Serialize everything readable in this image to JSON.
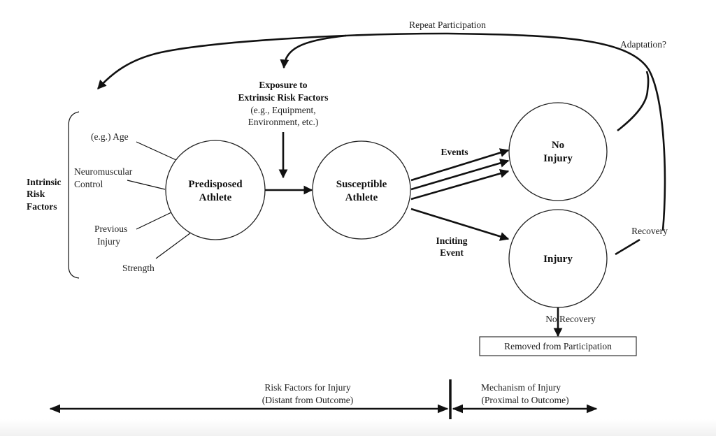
{
  "diagram": {
    "loop_labels": {
      "repeat_participation": "Repeat Participation",
      "adaptation": "Adaptation?",
      "recovery": "Recovery",
      "no_recovery": "No Recovery"
    },
    "extrinsic": {
      "title_line1": "Exposure to",
      "title_line2": "Extrinsic Risk Factors",
      "example_line1": "(e.g., Equipment,",
      "example_line2": "Environment, etc.)"
    },
    "intrinsic": {
      "label_line1": "Intrinsic",
      "label_line2": "Risk",
      "label_line3": "Factors",
      "factors": [
        {
          "line1": "(e.g.) Age",
          "line2": ""
        },
        {
          "line1": "Neuromuscular",
          "line2": "Control"
        },
        {
          "line1": "Previous",
          "line2": "Injury"
        },
        {
          "line1": "Strength",
          "line2": ""
        }
      ]
    },
    "nodes": {
      "predisposed": {
        "line1": "Predisposed",
        "line2": "Athlete"
      },
      "susceptible": {
        "line1": "Susceptible",
        "line2": "Athlete"
      },
      "no_injury": {
        "line1": "No",
        "line2": "Injury"
      },
      "injury": {
        "line1": "Injury"
      }
    },
    "edge_labels": {
      "events": "Events",
      "inciting_line1": "Inciting",
      "inciting_line2": "Event"
    },
    "removed_box": "Removed from Participation",
    "timeline": {
      "left_line1": "Risk Factors for Injury",
      "left_line2": "(Distant from Outcome)",
      "right_line1": "Mechanism of Injury",
      "right_line2": "(Proximal to Outcome)"
    }
  }
}
